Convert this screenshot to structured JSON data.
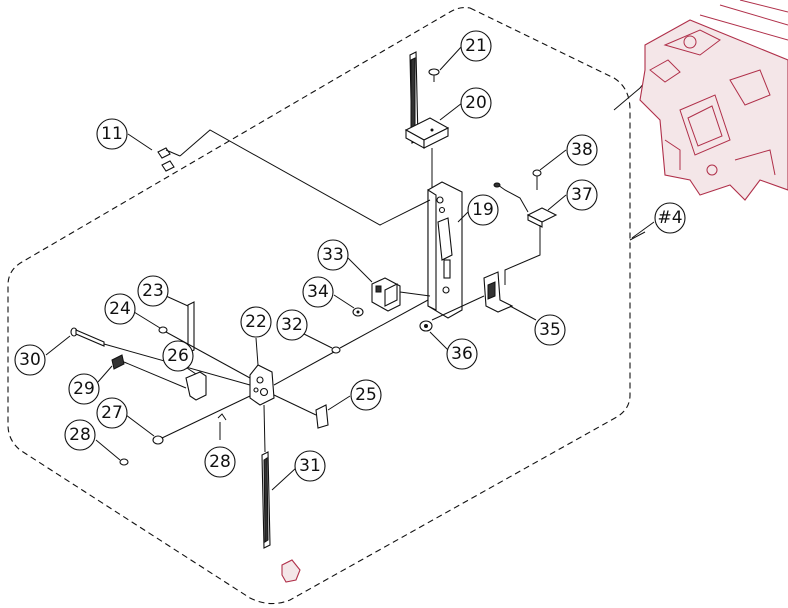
{
  "diagram": {
    "callouts": [
      {
        "id": "c11",
        "text": "11"
      },
      {
        "id": "c21",
        "text": "21"
      },
      {
        "id": "c20",
        "text": "20"
      },
      {
        "id": "c38",
        "text": "38"
      },
      {
        "id": "c37",
        "text": "37"
      },
      {
        "id": "c19",
        "text": "19"
      },
      {
        "id": "c4",
        "text": "#4"
      },
      {
        "id": "c33",
        "text": "33"
      },
      {
        "id": "c34",
        "text": "34"
      },
      {
        "id": "c35",
        "text": "35"
      },
      {
        "id": "c36",
        "text": "36"
      },
      {
        "id": "c23",
        "text": "23"
      },
      {
        "id": "c24",
        "text": "24"
      },
      {
        "id": "c22",
        "text": "22"
      },
      {
        "id": "c32",
        "text": "32"
      },
      {
        "id": "c30",
        "text": "30"
      },
      {
        "id": "c26",
        "text": "26"
      },
      {
        "id": "c29",
        "text": "29"
      },
      {
        "id": "c25",
        "text": "25"
      },
      {
        "id": "c27",
        "text": "27"
      },
      {
        "id": "c28a",
        "text": "28"
      },
      {
        "id": "c28b",
        "text": "28"
      },
      {
        "id": "c31",
        "text": "31"
      }
    ]
  },
  "colors": {
    "line": "#111111",
    "highlight": "#b0304a",
    "background": "#ffffff"
  }
}
